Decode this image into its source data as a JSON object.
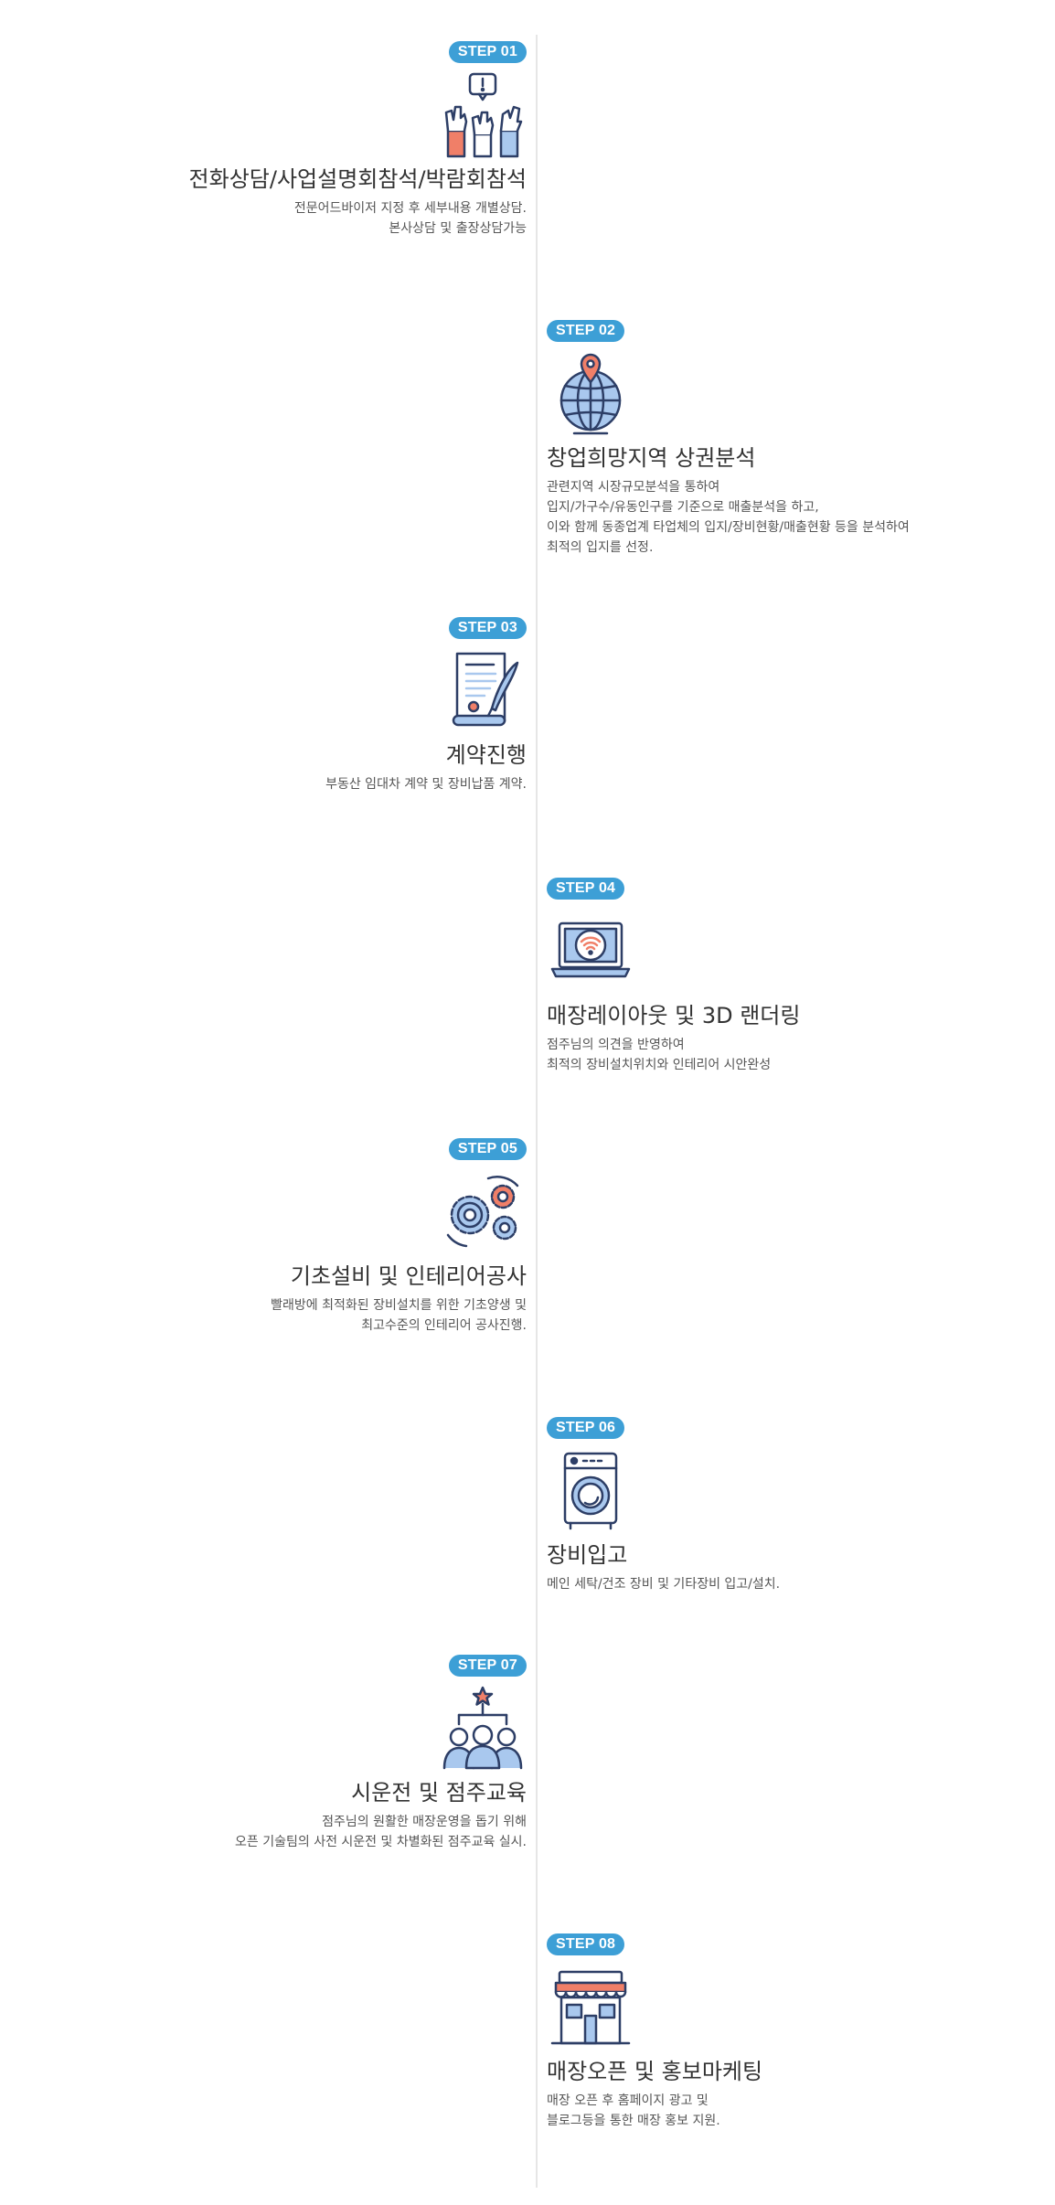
{
  "steps": [
    {
      "badge": "STEP 01",
      "icon": "protest-hands-icon",
      "title": "전화상담/사업설명회참석/박람회참석",
      "desc": [
        "전문어드바이저 지정 후 세부내용 개별상담.",
        "본사상담 및 출장상담가능"
      ]
    },
    {
      "badge": "STEP 02",
      "icon": "globe-pin-icon",
      "title": "창업희망지역 상권분석",
      "desc": [
        "관련지역 시장규모분석을 통하여",
        "입지/가구수/유동인구를 기준으로 매출분석을 하고,",
        "이와 함께 동종업계 타업체의 입지/장비현황/매출현황 등을 분석하여",
        "최적의 입지를 선정."
      ]
    },
    {
      "badge": "STEP 03",
      "icon": "contract-quill-icon",
      "title": "계약진행",
      "desc": [
        "부동산 임대차 계약 및 장비납품 계약."
      ]
    },
    {
      "badge": "STEP 04",
      "icon": "laptop-wifi-icon",
      "title": "매장레이아웃 및 3D 랜더링",
      "desc": [
        "점주님의 의견을 반영하여",
        "최적의 장비설치위치와 인테리어 시안완성"
      ]
    },
    {
      "badge": "STEP 05",
      "icon": "gears-icon",
      "title": "기초설비 및 인테리어공사",
      "desc": [
        "빨래방에 최적화된 장비설치를 위한 기초양생 및",
        "최고수준의 인테리어 공사진행."
      ]
    },
    {
      "badge": "STEP 06",
      "icon": "washing-machine-icon",
      "title": "장비입고",
      "desc": [
        "메인 세탁/건조 장비 및 기타장비 입고/설치."
      ]
    },
    {
      "badge": "STEP 07",
      "icon": "team-star-icon",
      "title": "시운전 및 점주교육",
      "desc": [
        "점주님의 원활한 매장운영을 돕기 위해",
        "오픈 기술팀의 사전 시운전 및 차별화된 점주교육 실시."
      ]
    },
    {
      "badge": "STEP 08",
      "icon": "storefront-icon",
      "title": "매장오픈 및 홍보마케팅",
      "desc": [
        "매장 오픈 후 홈페이지 광고 및",
        "블로그등을 통한 매장 홍보 지원."
      ]
    }
  ],
  "colors": {
    "accent": "#3d9fd6",
    "line_art": "#2d3e66",
    "fill_blue": "#a9c8ee",
    "fill_coral": "#f07f68",
    "divider": "#e6e6e6"
  }
}
